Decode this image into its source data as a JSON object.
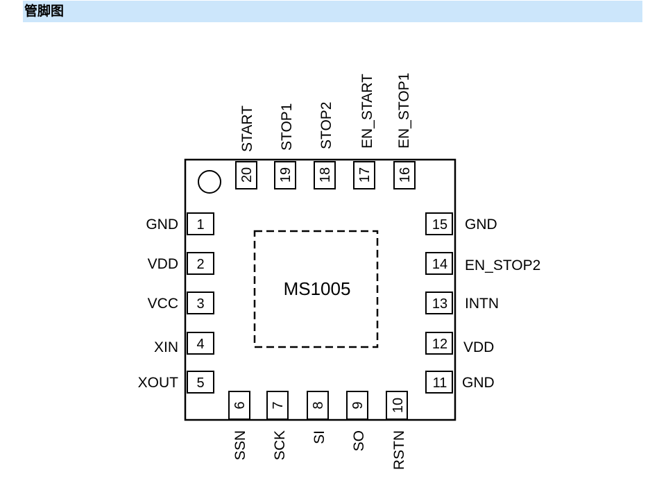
{
  "header": {
    "title": "管脚图"
  },
  "chip": {
    "name": "MS1005"
  },
  "pins": {
    "p1": {
      "number": "1",
      "name": "GND"
    },
    "p2": {
      "number": "2",
      "name": "VDD"
    },
    "p3": {
      "number": "3",
      "name": "VCC"
    },
    "p4": {
      "number": "4",
      "name": "XIN"
    },
    "p5": {
      "number": "5",
      "name": "XOUT"
    },
    "p6": {
      "number": "6",
      "name": "SSN"
    },
    "p7": {
      "number": "7",
      "name": "SCK"
    },
    "p8": {
      "number": "8",
      "name": "SI"
    },
    "p9": {
      "number": "9",
      "name": "SO"
    },
    "p10": {
      "number": "10",
      "name": "RSTN"
    },
    "p11": {
      "number": "11",
      "name": "GND"
    },
    "p12": {
      "number": "12",
      "name": "VDD"
    },
    "p13": {
      "number": "13",
      "name": "INTN"
    },
    "p14": {
      "number": "14",
      "name": "EN_STOP2"
    },
    "p15": {
      "number": "15",
      "name": "GND"
    },
    "p16": {
      "number": "16",
      "name": "EN_STOP1"
    },
    "p17": {
      "number": "17",
      "name": "EN_START"
    },
    "p18": {
      "number": "18",
      "name": "STOP2"
    },
    "p19": {
      "number": "19",
      "name": "STOP1"
    },
    "p20": {
      "number": "20",
      "name": "START"
    }
  }
}
